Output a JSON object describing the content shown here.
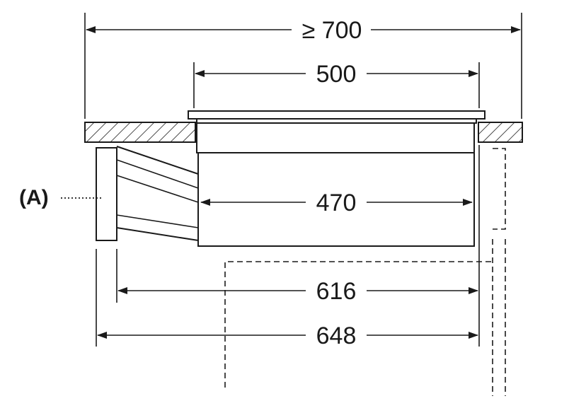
{
  "dimensions": {
    "min_cutout_width": "≥ 700",
    "hob_width": "500",
    "unit_width": "470",
    "depth_to_outlet": "616",
    "overall_depth": "648"
  },
  "labels": {
    "outlet_marker": "(A)"
  }
}
